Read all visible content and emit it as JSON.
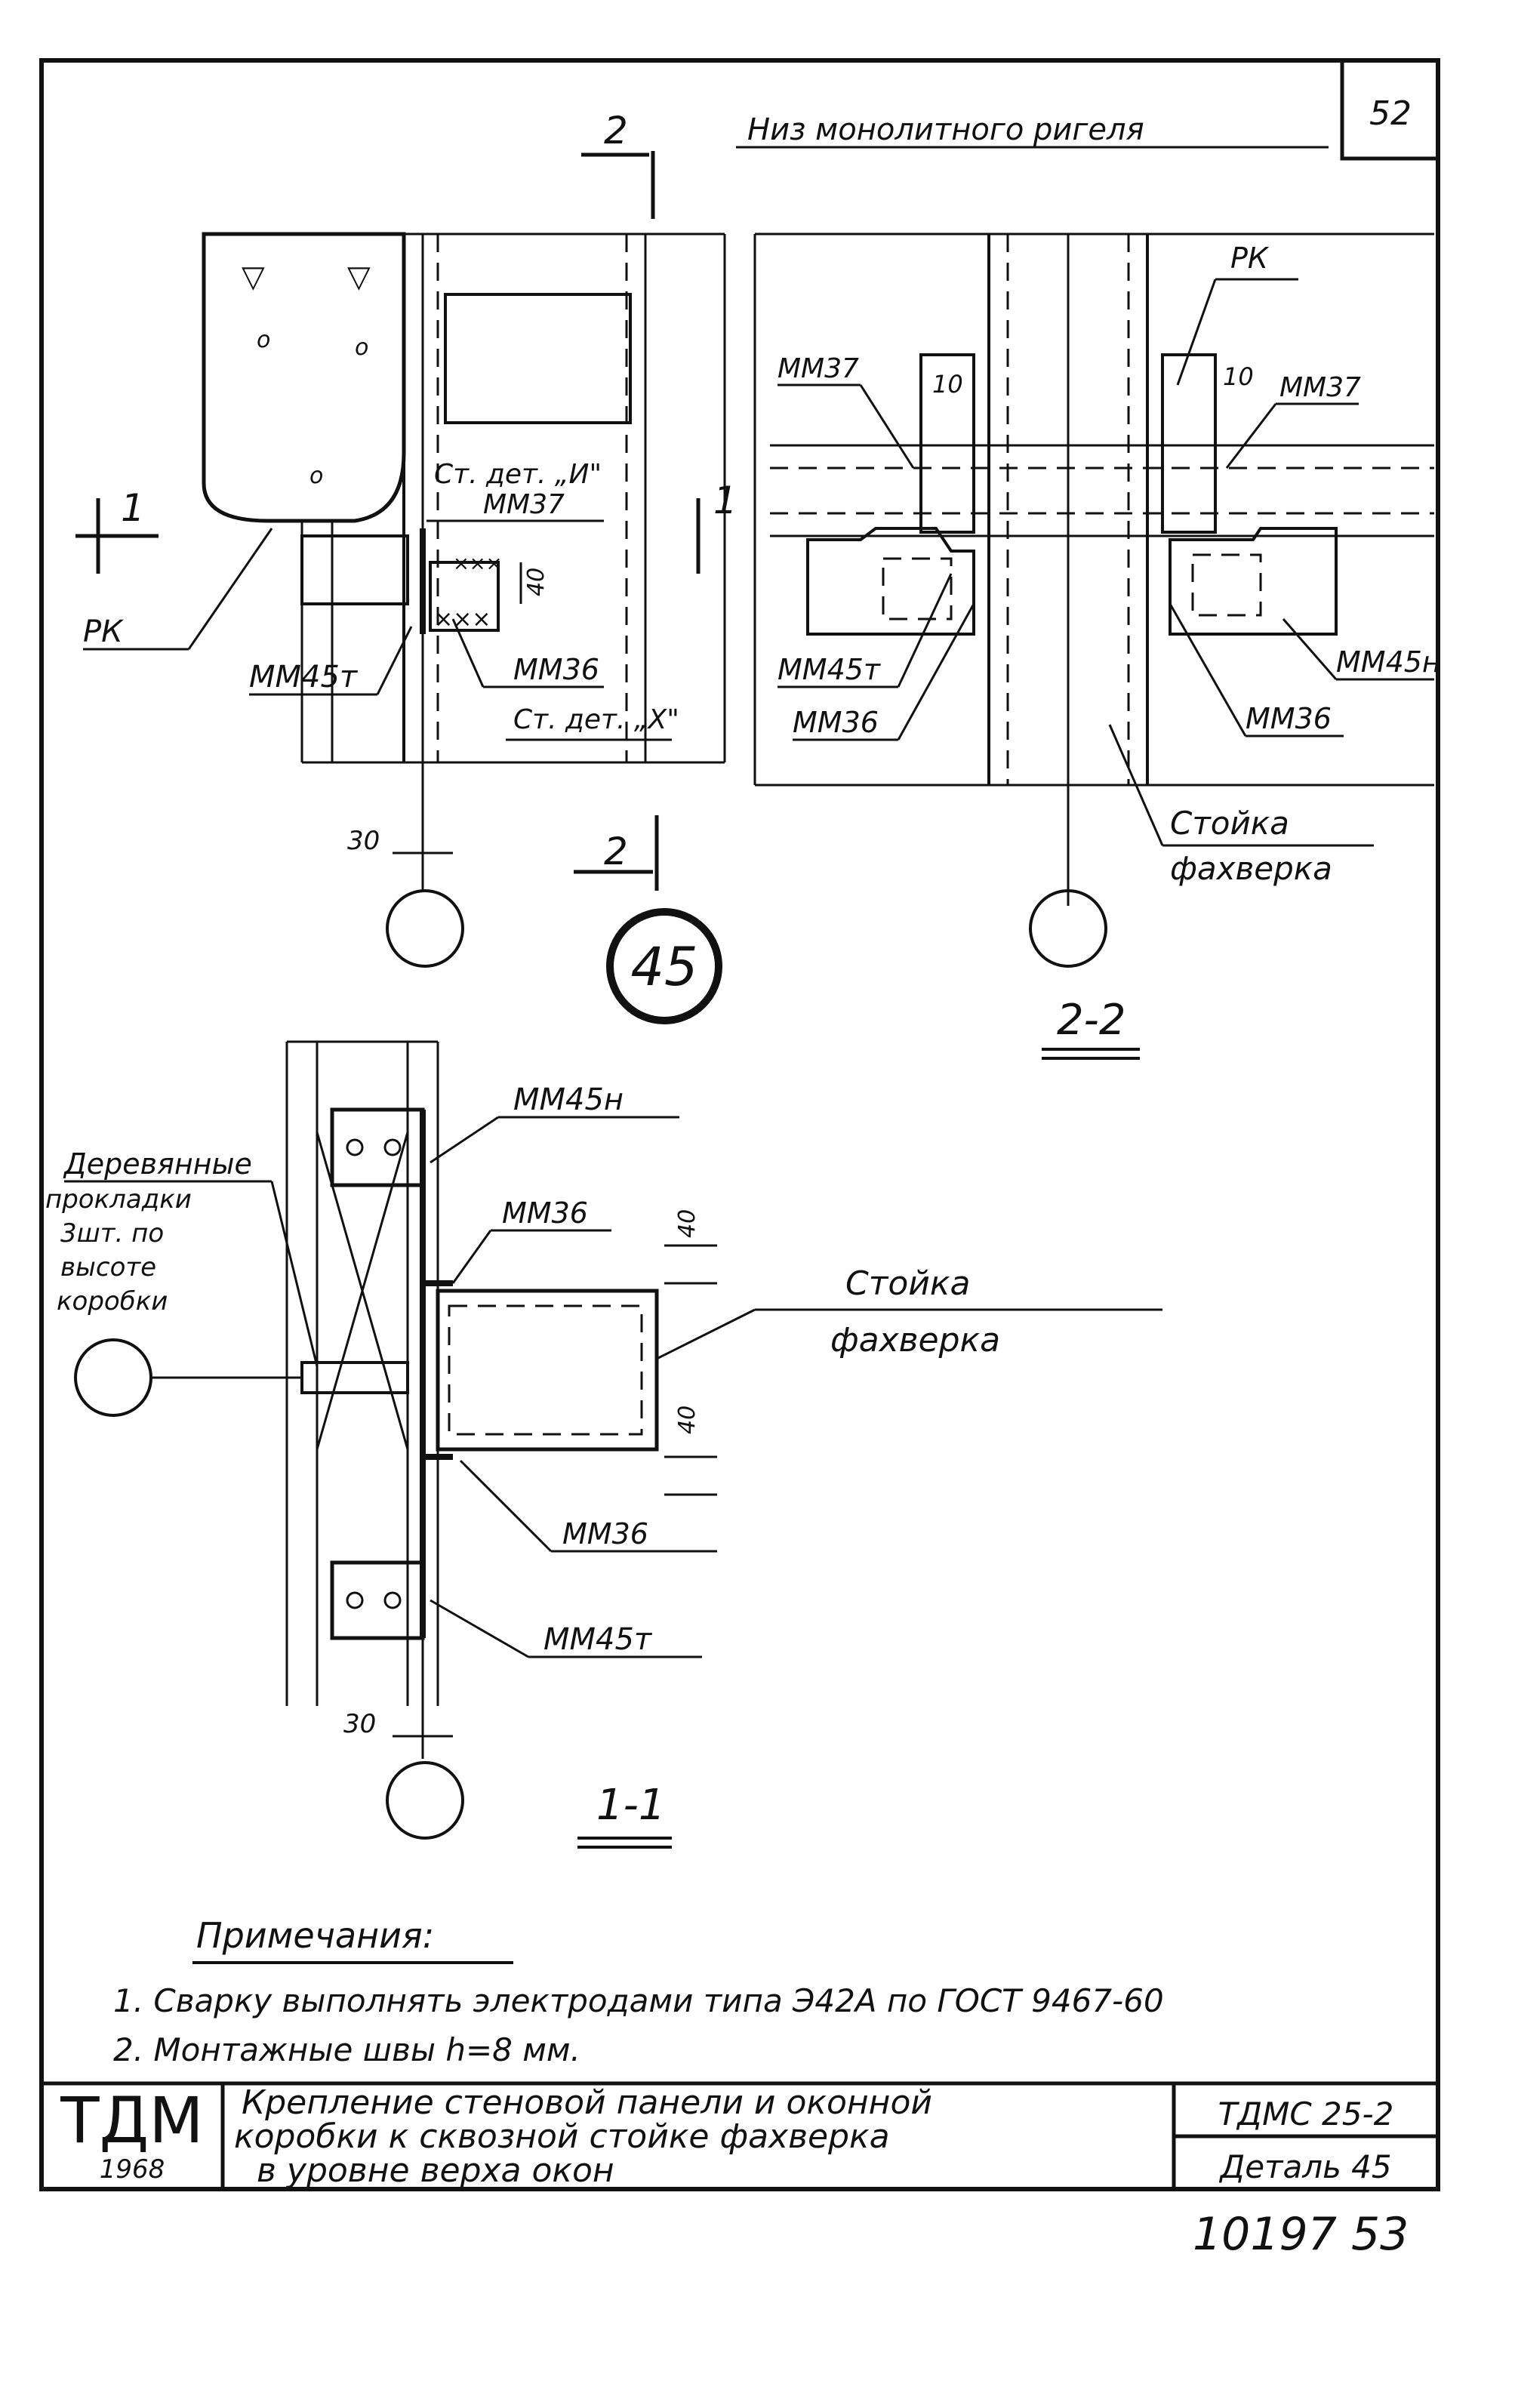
{
  "sheet": {
    "page_number": "52",
    "detail_number": "45",
    "bottom_number": "10197 53"
  },
  "views": {
    "section_2_label": "2-2",
    "section_1_label": "1-1",
    "cut_1_mark": "1",
    "cut_2_mark": "2"
  },
  "labels": {
    "niz_rigelya": "Низ монолитного ригеля",
    "rk": "РК",
    "mm37": "ММ37",
    "mm36": "ММ36",
    "mm45t": "ММ45т",
    "mm45n": "ММ45н",
    "st_det_u": "Ст. дет. „И\"",
    "st_det_x": "Ст. дет. „Х\"",
    "stoika": "Стойка",
    "fakhverka": "фахверка",
    "wood_1": "Деревянные",
    "wood_2": "прокладки",
    "wood_3": "3шт. по",
    "wood_4": "высоте",
    "wood_5": "коробки",
    "dim_10": "10",
    "dim_30": "30",
    "dim_40": "40"
  },
  "notes": {
    "heading": "Примечания:",
    "items": [
      "1. Сварку выполнять электродами типа Э42А по ГОСТ 9467-60",
      "2. Монтажные швы h=8 мм."
    ]
  },
  "title_block": {
    "logo": "ТДМ",
    "year": "1968",
    "title_lines": [
      "Крепление стеновой панели и оконной",
      "коробки к сквозной стойке фахверка",
      "в уровне верха окон"
    ],
    "code": "ТДМС 25-2",
    "detail": "Деталь 45"
  }
}
